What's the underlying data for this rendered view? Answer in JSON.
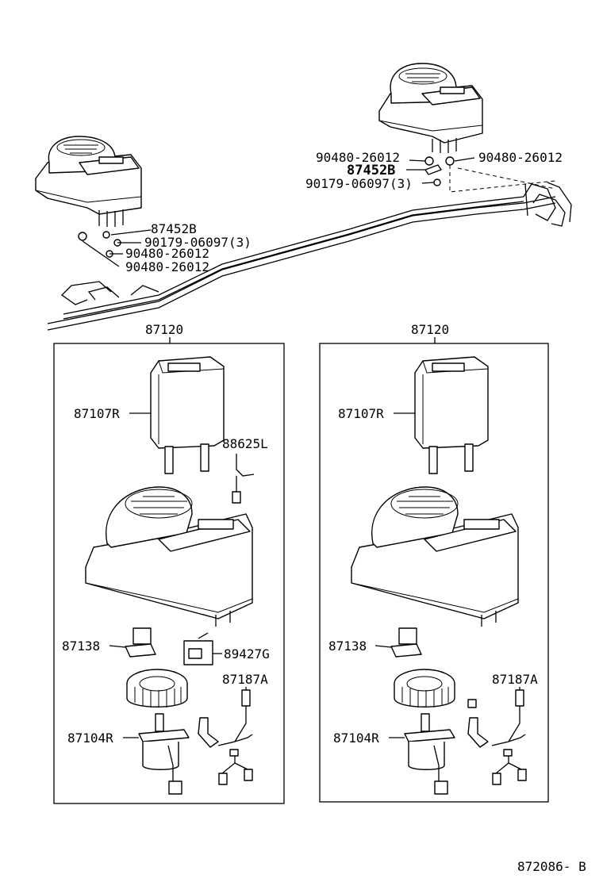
{
  "diagram_code": "872086- B",
  "top_left_unit": {
    "labels": {
      "bracket_a": "87452B",
      "screw": "90179-06097(3)",
      "grommet_a": "90480-26012",
      "grommet_b": "90480-26012"
    }
  },
  "top_right_unit": {
    "labels": {
      "grommet_left": "90480-26012",
      "bracket": "87452B",
      "screw": "90179-06097(3)",
      "grommet_right": "90480-26012"
    }
  },
  "left_assembly": {
    "title": "87120",
    "labels": {
      "radiator": "87107R",
      "thermistor": "88625L",
      "resistor": "87138",
      "relay": "89427G",
      "wire": "87187A",
      "motor": "87104R"
    }
  },
  "right_assembly": {
    "title": "87120",
    "labels": {
      "radiator": "87107R",
      "resistor": "87138",
      "wire": "87187A",
      "motor": "87104R"
    }
  }
}
